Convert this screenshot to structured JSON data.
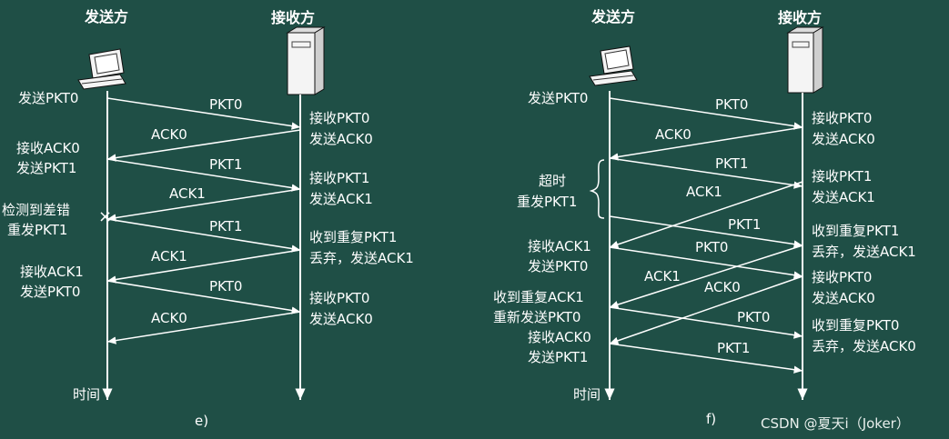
{
  "panel_e": {
    "sender_title": "发送方",
    "receiver_title": "接收方",
    "time_label": "时间",
    "caption": "e)",
    "sender_notes": [
      "发送PKT0",
      "接收ACK0",
      "发送PKT1",
      "检测到差错",
      "重发PKT1",
      "接收ACK1",
      "发送PKT0"
    ],
    "receiver_notes": [
      "接收PKT0",
      "发送ACK0",
      "接收PKT1",
      "发送ACK1",
      "收到重复PKT1",
      "丢弃，发送ACK1",
      "接收PKT0",
      "发送ACK0"
    ],
    "messages": [
      "PKT0",
      "ACK0",
      "PKT1",
      "ACK1",
      "PKT1",
      "ACK1",
      "PKT0",
      "ACK0"
    ],
    "error_mark": "×"
  },
  "panel_f": {
    "sender_title": "发送方",
    "receiver_title": "接收方",
    "time_label": "时间",
    "caption": "f)",
    "sender_notes": [
      "发送PKT0",
      "超时",
      "重发PKT1",
      "接收ACK1",
      "发送PKT0",
      "收到重复ACK1",
      "重新发送PKT0",
      "接收ACK0",
      "发送PKT1"
    ],
    "receiver_notes": [
      "接收PKT0",
      "发送ACK0",
      "接收PKT1",
      "发送ACK1",
      "收到重复PKT1",
      "丢弃，发送ACK1",
      "接收PKT0",
      "发送ACK0",
      "收到重复PKT0",
      "丢弃，发送ACK0"
    ],
    "messages": [
      "PKT0",
      "ACK0",
      "PKT1",
      "ACK1",
      "PKT1",
      "PKT0",
      "ACK1",
      "ACK0",
      "PKT0",
      "PKT1"
    ]
  },
  "watermark": "CSDN @夏天i（Joker）"
}
